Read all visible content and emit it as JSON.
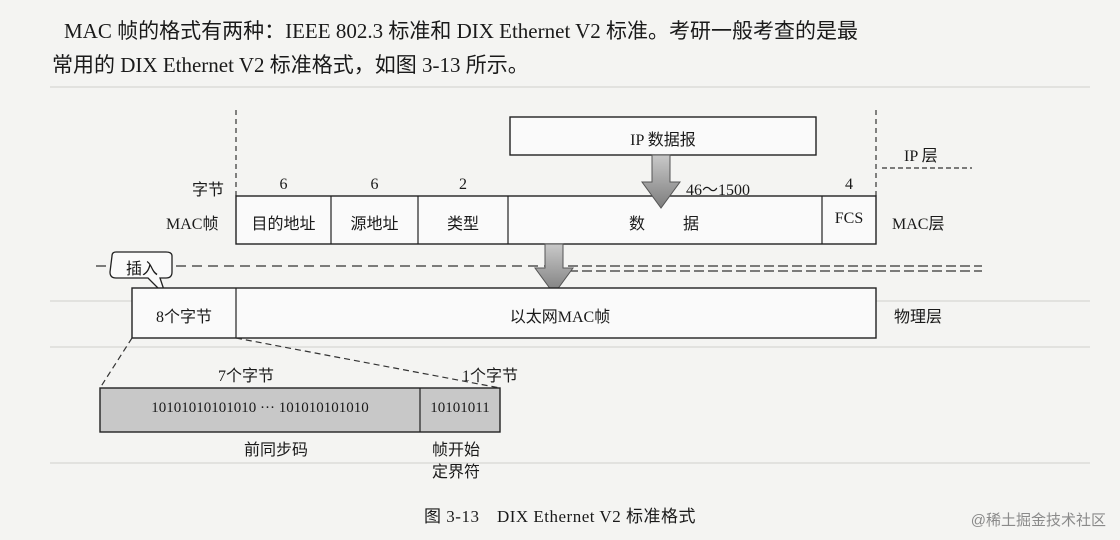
{
  "intro": {
    "line1": "MAC 帧的格式有两种：IEEE 802.3 标准和 DIX Ethernet V2 标准。考研一般考查的是最",
    "line2": "常用的 DIX Ethernet V2 标准格式，如图 3-13 所示。"
  },
  "figure": {
    "ip_datagram": "IP 数据报",
    "ip_layer": "IP 层",
    "bytes_label": "字节",
    "mac_frame_label": "MAC帧",
    "mac_layer": "MAC层",
    "fields": [
      {
        "name": "目的地址",
        "bytes": "6"
      },
      {
        "name": "源地址",
        "bytes": "6"
      },
      {
        "name": "类型",
        "bytes": "2"
      },
      {
        "name": "数　　据",
        "bytes": "46～1500"
      },
      {
        "name": "FCS",
        "bytes": "4"
      }
    ],
    "insert_label": "插入",
    "preamble_total": "8个字节",
    "ethernet_mac_frame": "以太网MAC帧",
    "physical_layer": "物理层",
    "seven_bytes": "7个字节",
    "one_byte": "1个字节",
    "preamble_bits": "10101010101010 ··· 101010101010",
    "sfd_bits": "10101011",
    "preamble_name": "前同步码",
    "sfd_name_line1": "帧开始",
    "sfd_name_line2": "定界符"
  },
  "caption": "图 3-13　DIX Ethernet V2 标准格式",
  "watermark": "@稀土掘金技术社区"
}
